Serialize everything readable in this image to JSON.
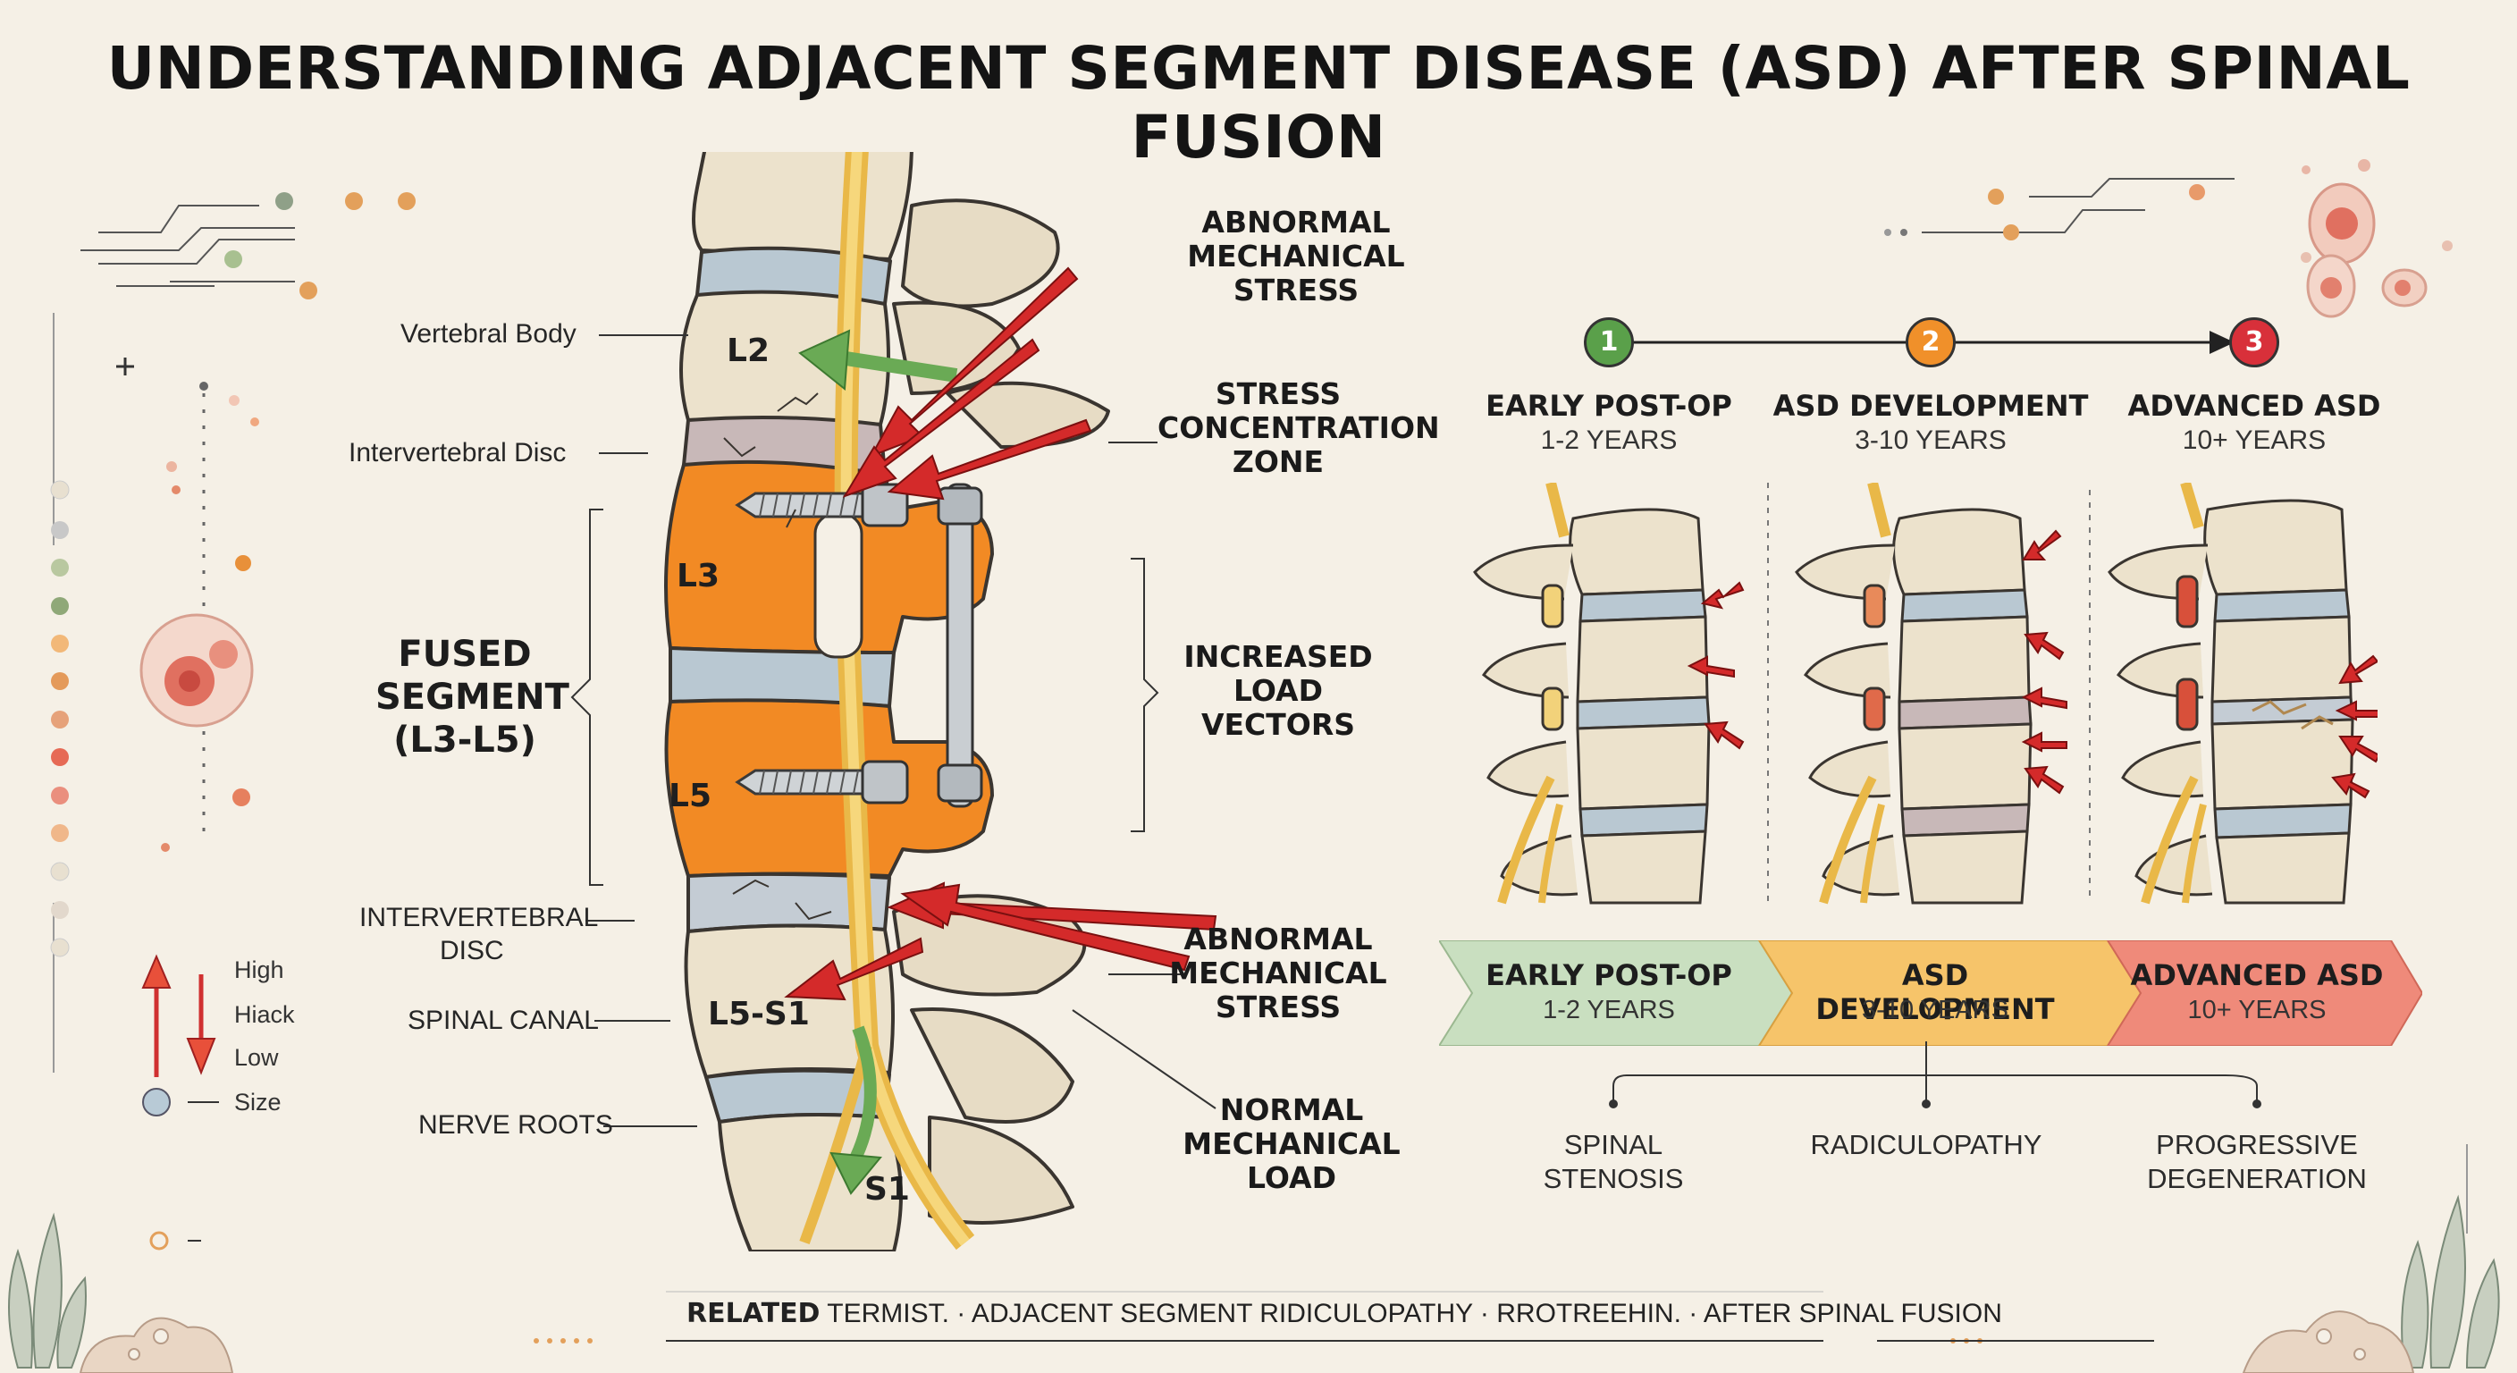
{
  "title": "UNDERSTANDING ADJACENT SEGMENT DISEASE (ASD) AFTER SPINAL FUSION",
  "left_labels": {
    "vertebral_body": "Vertebral Body",
    "intervertebral_disc_top": "Intervertebral Disc",
    "intervertebral_disc_bottom_1": "INTERVERTEBRAL",
    "intervertebral_disc_bottom_2": "DISC",
    "spinal_canal": "SPINAL CANAL",
    "nerve_roots": "NERVE ROOTS"
  },
  "fused_segment": {
    "line1": "FUSED",
    "line2": "SEGMENT",
    "line3": "(L3-L5)"
  },
  "vertebra_labels": {
    "l2": "L2",
    "l3": "L3",
    "l5": "L5",
    "l5s1": "L5-S1",
    "s1": "S1"
  },
  "right_labels": {
    "abnormal_stress_top_1": "ABNORMAL",
    "abnormal_stress_top_2": "MECHANICAL",
    "abnormal_stress_top_3": "STRESS",
    "stress_zone_1": "STRESS",
    "stress_zone_2": "CONCENTRATION",
    "stress_zone_3": "ZONE",
    "load_vectors_1": "INCREASED",
    "load_vectors_2": "LOAD VECTORS",
    "abnormal_stress_bottom_1": "ABNORMAL",
    "abnormal_stress_bottom_2": "MECHANICAL",
    "abnormal_stress_bottom_3": "STRESS",
    "normal_load_1": "NORMAL",
    "normal_load_2": "MECHANICAL",
    "normal_load_3": "LOAD"
  },
  "legend": {
    "high": "High",
    "hiack": "Hiack",
    "low": "Low",
    "size": "Size"
  },
  "timeline": {
    "stages": [
      {
        "num": "1",
        "title": "EARLY POST-OP",
        "years": "1-2 YEARS",
        "color": "#5aa04a"
      },
      {
        "num": "2",
        "title": "ASD DEVELOPMENT",
        "years": "3-10 YEARS",
        "color": "#f0902a"
      },
      {
        "num": "3",
        "title": "ADVANCED ASD",
        "years": "10+ YEARS",
        "color": "#d8303a"
      }
    ]
  },
  "band": [
    {
      "title": "EARLY POST-OP",
      "years": "1-2 YEARS",
      "color": "#c9dfc0"
    },
    {
      "title": "ASD DEVELOPMENT",
      "years": "3-10 YEARS",
      "color": "#f6c46a"
    },
    {
      "title": "ADVANCED ASD",
      "years": "10+ YEARS",
      "color": "#ef8a7a"
    }
  ],
  "outcomes": [
    {
      "line1": "SPINAL",
      "line2": "STENOSIS"
    },
    {
      "line1": "RADICULOPATHY",
      "line2": ""
    },
    {
      "line1": "PROGRESSIVE",
      "line2": "DEGENERATION"
    }
  ],
  "footer": {
    "bold": "RELATED",
    "rest": " TERMIST. · ADJACENT SEGMENT RIDICULOPATHY · RROTREEHIN. · AFTER SPINAL FUSION"
  },
  "colors": {
    "bone": "#ece2cc",
    "bone_stroke": "#3a3530",
    "disc": "#b9c8d2",
    "fused": "#f28a24",
    "stress_arrow": "#d42a2a",
    "normal_arrow": "#6aaa55",
    "nerve": "#f0c860"
  }
}
